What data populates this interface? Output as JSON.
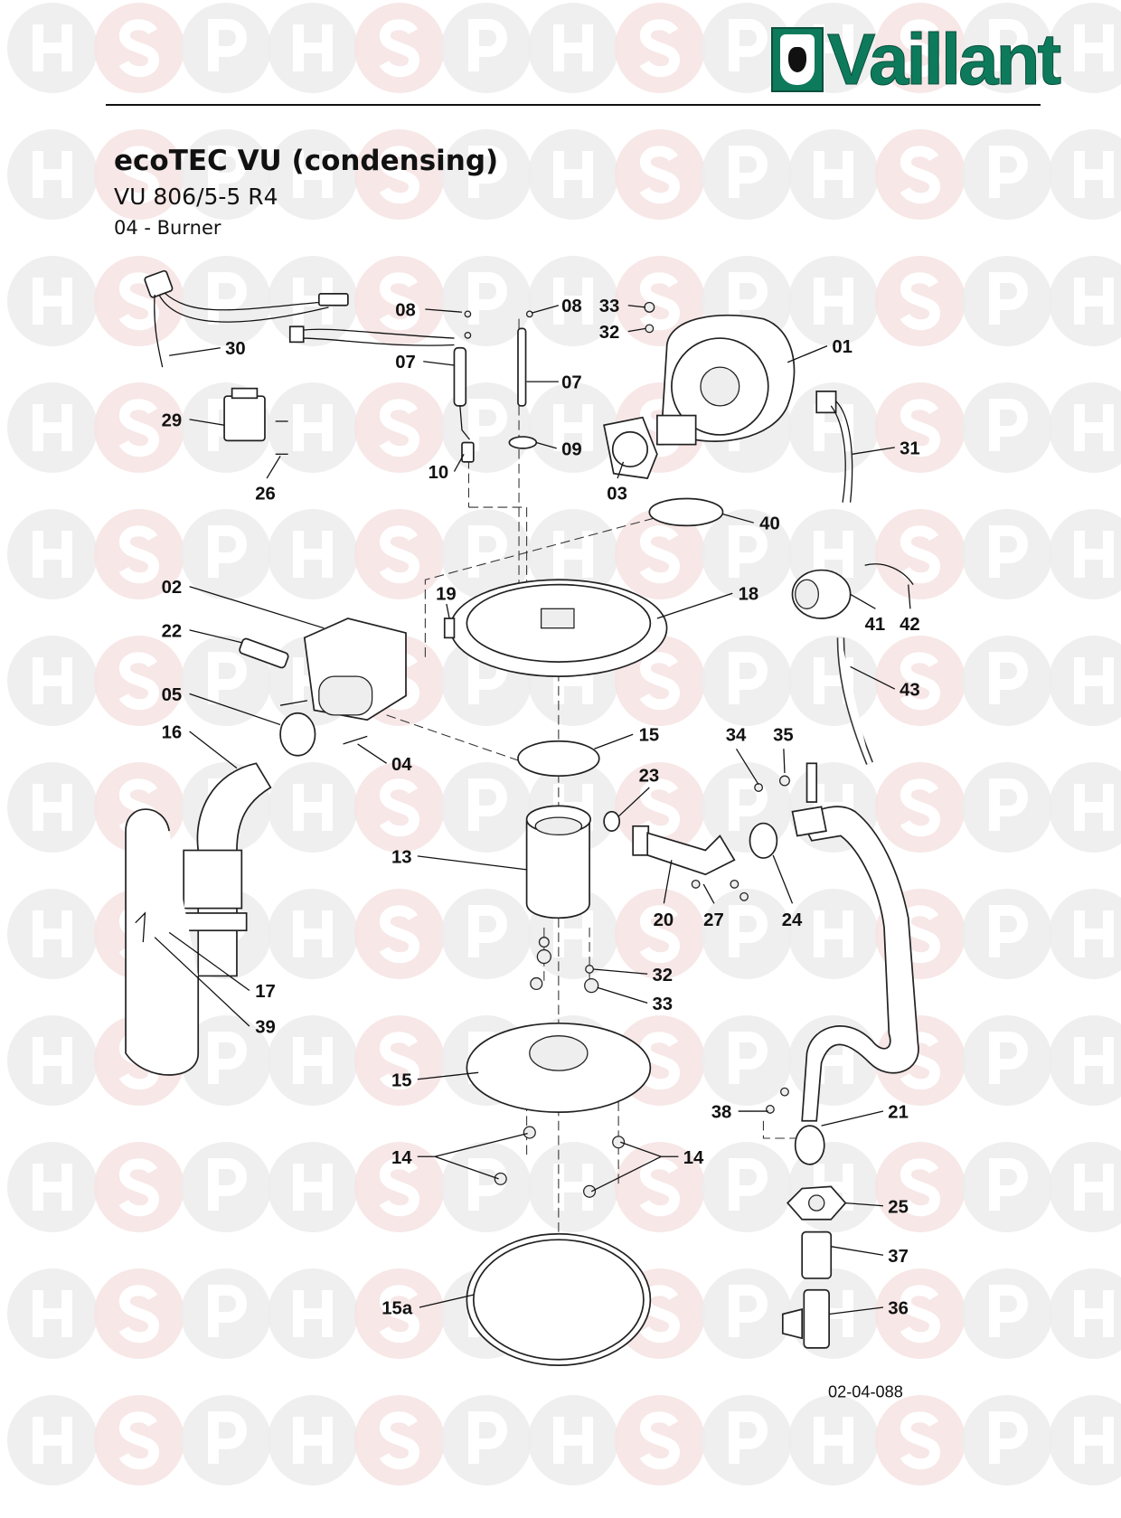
{
  "brand": {
    "logo_text": "Vaillant",
    "watermark": "HSP",
    "accent": "#0e7a5c"
  },
  "header": {
    "title": "ecoTEC VU (condensing)",
    "model": "VU 806/5-5 R4",
    "section": "04 - Burner"
  },
  "labels": [
    "08",
    "08",
    "33",
    "32",
    "01",
    "30",
    "07",
    "07",
    "29",
    "31",
    "09",
    "10",
    "03",
    "26",
    "40",
    "02",
    "19",
    "18",
    "41",
    "42",
    "22",
    "05",
    "43",
    "16",
    "34",
    "35",
    "15",
    "04",
    "23",
    "13",
    "20",
    "27",
    "24",
    "32",
    "17",
    "33",
    "39",
    "15",
    "38",
    "21",
    "14",
    "14",
    "25",
    "37",
    "15a",
    "36"
  ],
  "drawing_ref": "02-04-088",
  "colors": {
    "watermark_grey": "#ececec",
    "watermark_pink": "#f6e3e3",
    "ink": "#111111"
  }
}
